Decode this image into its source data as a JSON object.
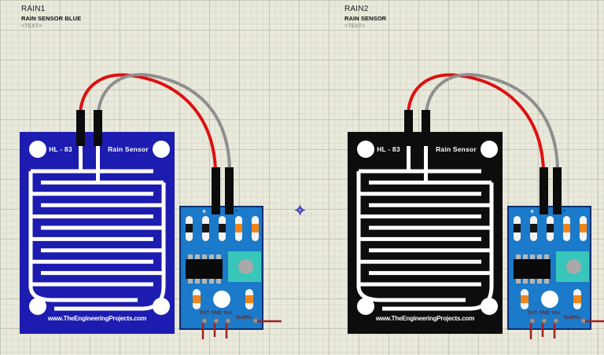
{
  "app": {
    "description": "Proteus schematic canvas with two HL-83 rain sensor modules"
  },
  "annotations": [
    {
      "ref": "RAIN1",
      "type_label": "RAIN SENSOR BLUE",
      "placeholder": "<TEXT>"
    },
    {
      "ref": "RAIN2",
      "type_label": "RAIN SENSOR",
      "placeholder": "<TEXT>"
    }
  ],
  "modules": [
    {
      "id": "RAIN1",
      "plate": {
        "model": "HL - 83",
        "label": "Rain Sensor",
        "url": "www.TheEngineeringProjects.com",
        "color": "#1c1cb0"
      },
      "board": {
        "plus": "+",
        "minus": "-",
        "pin_labels": [
          "OUT",
          "GND",
          "Vcc"
        ],
        "test_pin_label": "TestPin"
      }
    },
    {
      "id": "RAIN2",
      "plate": {
        "model": "HL - 83",
        "label": "Rain Sensor",
        "url": "www.TheEngineeringProjects.com",
        "color": "#0d0d0d"
      },
      "board": {
        "plus": "+",
        "minus": "-",
        "pin_labels": [
          "OUT",
          "GND",
          "Vcc"
        ],
        "test_pin_label": "TestPin"
      }
    }
  ],
  "colors": {
    "canvas_bg": "#e9e9dc",
    "grid_minor": "#dddccd",
    "grid_major": "#c7c7b7",
    "plate_blue": "#1c1cb0",
    "plate_black": "#0d0d0d",
    "board_blue": "#1b7ac9",
    "board_border": "#0a2f72",
    "trace_white": "#ffffff",
    "pot_teal": "#38c6ba",
    "component_orange": "#f08419",
    "wire_red": "#dd1111",
    "wire_gray": "#8f8f8f",
    "stub_red": "#a02020",
    "label_maroon": "#7a1f15",
    "origin_blue": "#4a4ac0"
  }
}
